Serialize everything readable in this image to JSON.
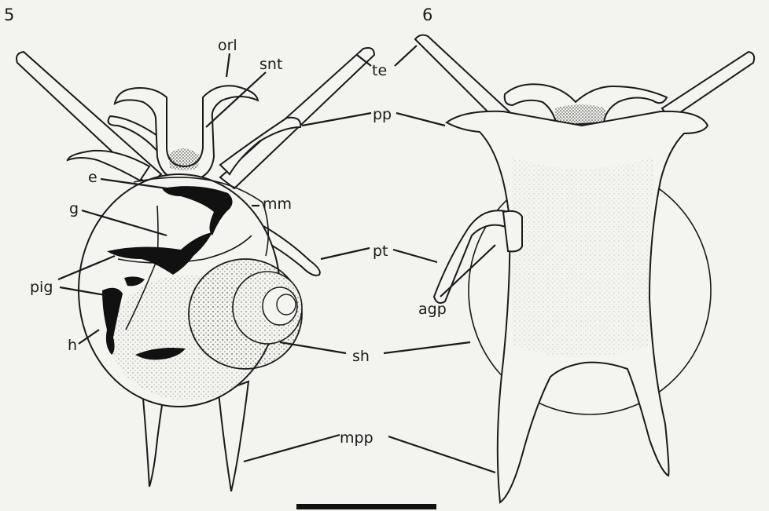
{
  "figures": [
    {
      "number": "5"
    },
    {
      "number": "6"
    }
  ],
  "labels": {
    "orl": "orl",
    "snt": "snt",
    "te": "te",
    "pp": "pp",
    "e": "e",
    "mm": "mm",
    "g": "g",
    "pt": "pt",
    "pig": "pig",
    "agp": "agp",
    "h": "h",
    "sh": "sh",
    "mpp": "mpp"
  },
  "colors": {
    "background": "#f3f3ef",
    "ink": "#1a1a1a"
  }
}
